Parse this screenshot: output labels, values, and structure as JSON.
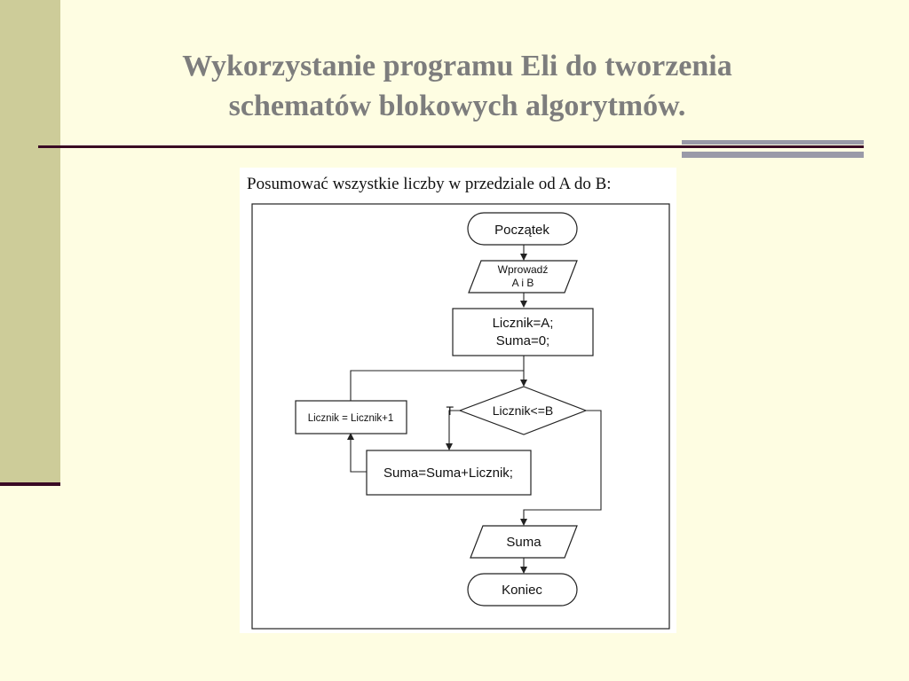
{
  "slide": {
    "title_line1": "Wykorzystanie programu Eli do tworzenia",
    "title_line2": "schematów blokowych algorytmów."
  },
  "figure": {
    "heading": "Posumować wszystkie liczby w przedziale od A do B:",
    "nodes": {
      "start": "Początek",
      "input_line1": "Wprowadź",
      "input_line2": "A i B",
      "init_line1": "Licznik=A;",
      "init_line2": "Suma=0;",
      "condition": "Licznik<=B",
      "true_label": "T",
      "sum": "Suma=Suma+Licznik;",
      "increment": "Licznik = Licznik+1",
      "output": "Suma",
      "end": "Koniec"
    }
  },
  "colors": {
    "background": "#FEFDE2",
    "left_bar": "#CDCC99",
    "accent_dark": "#3A0A24",
    "title_gray": "#7D7D7D",
    "rule_gray": "#9A9AA8"
  }
}
